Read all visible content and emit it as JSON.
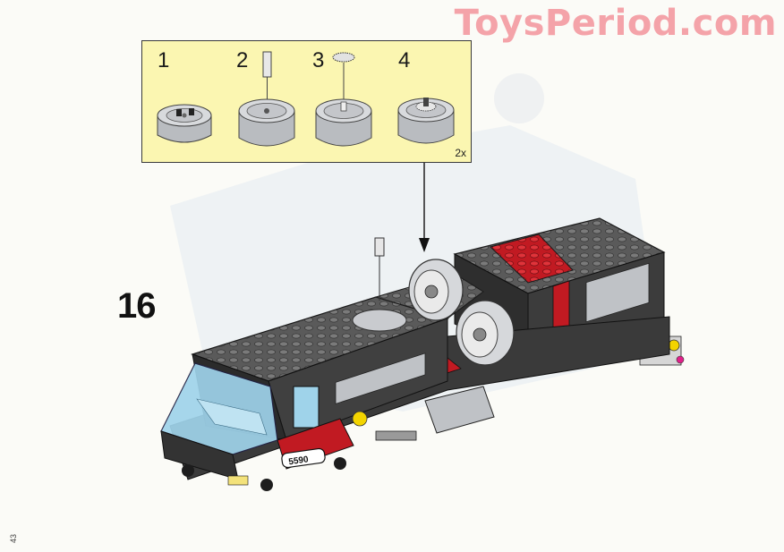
{
  "watermark": {
    "text": "ToysPeriod.com",
    "color": "#f4a3a9"
  },
  "callout": {
    "background": "#fbf6b1",
    "substeps": [
      {
        "label": "1"
      },
      {
        "label": "2"
      },
      {
        "label": "3"
      },
      {
        "label": "4"
      }
    ],
    "multiplier": "2x"
  },
  "step": {
    "number": "16"
  },
  "model": {
    "badge": "5590",
    "accent": "#d0141e",
    "body": "#4a4a4a"
  },
  "page": {
    "number": "43"
  }
}
